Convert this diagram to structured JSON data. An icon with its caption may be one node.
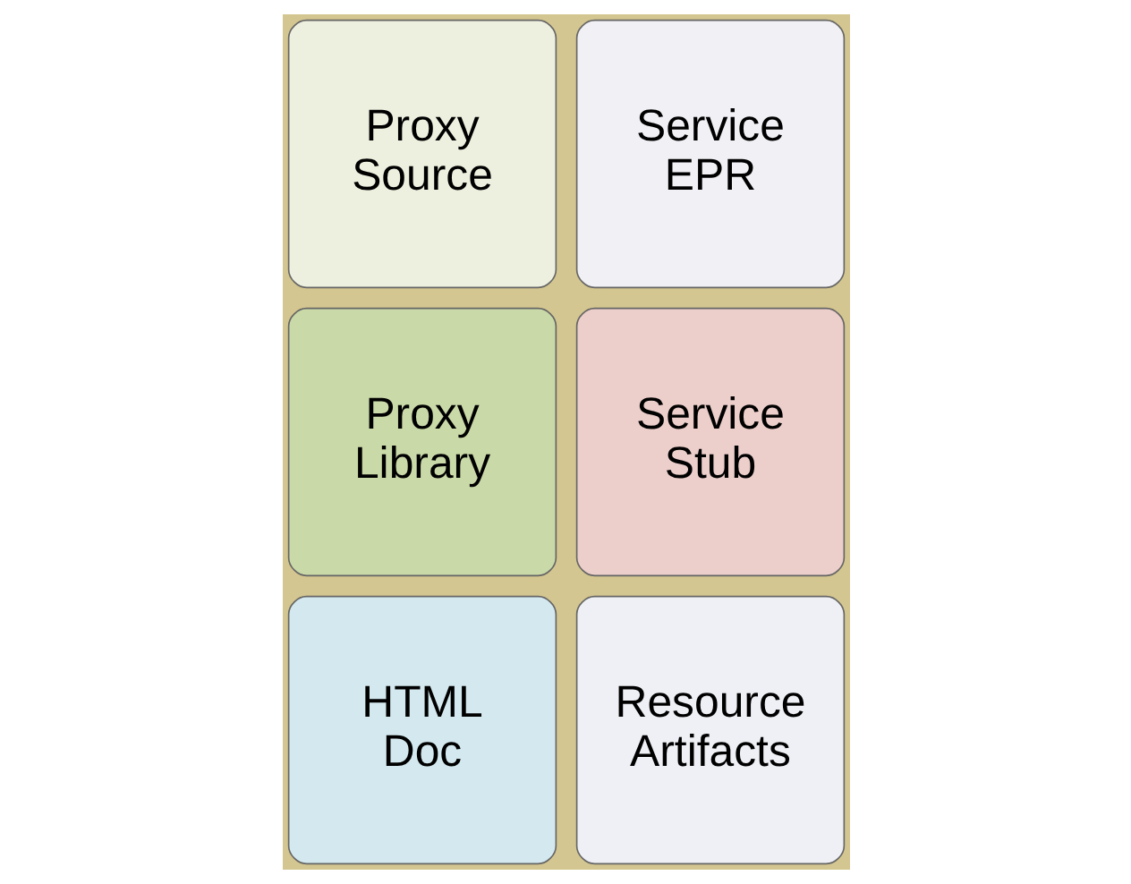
{
  "diagram": {
    "nodes": [
      {
        "text": [
          "Proxy Source"
        ]
      },
      {
        "text": [
          "Proxy Library"
        ]
      },
      {
        "text": [
          "HTML Doc"
        ]
      },
      {
        "text": [
          "Service EPR"
        ]
      },
      {
        "text": [
          "Service Stub"
        ]
      },
      {
        "text": [
          "Resource Artifacts"
        ]
      }
    ]
  }
}
